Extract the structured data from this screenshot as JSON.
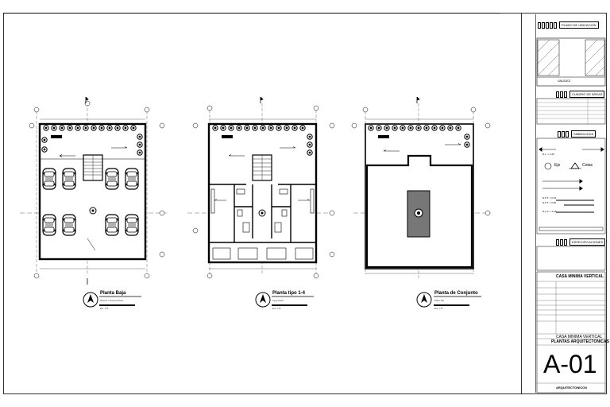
{
  "sheet": {
    "ubicacion_label": "PLANO DE UBICACION",
    "validez_label": "VALIDEZ",
    "cuadro_label": "CUADRO DE AREAS",
    "simbologia_label": "SIMBOLOGIA",
    "especificaciones_label": "ESPECIFICACIONES",
    "project_name": "CASA MINIMA VERTICAL",
    "project_name_2": "CASA MINIMA VERTICAL",
    "plan_title": "PLANTAS ARQUITECTONICAS",
    "sheet_number": "A-01",
    "discipline": "ARQUITECTONICOS"
  },
  "symbols": {
    "eje": "Eje",
    "cotas": "Cotas",
    "npt1": "N.P.T. = 0.15",
    "npt2": "N.P.T. = 2.95",
    "nl1": "N.L. = 2.45",
    "nl2": "N.L.S. = 0.15"
  },
  "plans": [
    {
      "title": "Planta Baja",
      "subtitle": "Nivel 0 / Ground Floor",
      "scale": "Esc. 1:75"
    },
    {
      "title": "Planta tipo 1-4",
      "subtitle": "Type Floor",
      "scale": "Esc. 1:75"
    },
    {
      "title": "Planta de Conjunto",
      "subtitle": "Plant Set",
      "scale": "Esc. 1:75"
    }
  ]
}
